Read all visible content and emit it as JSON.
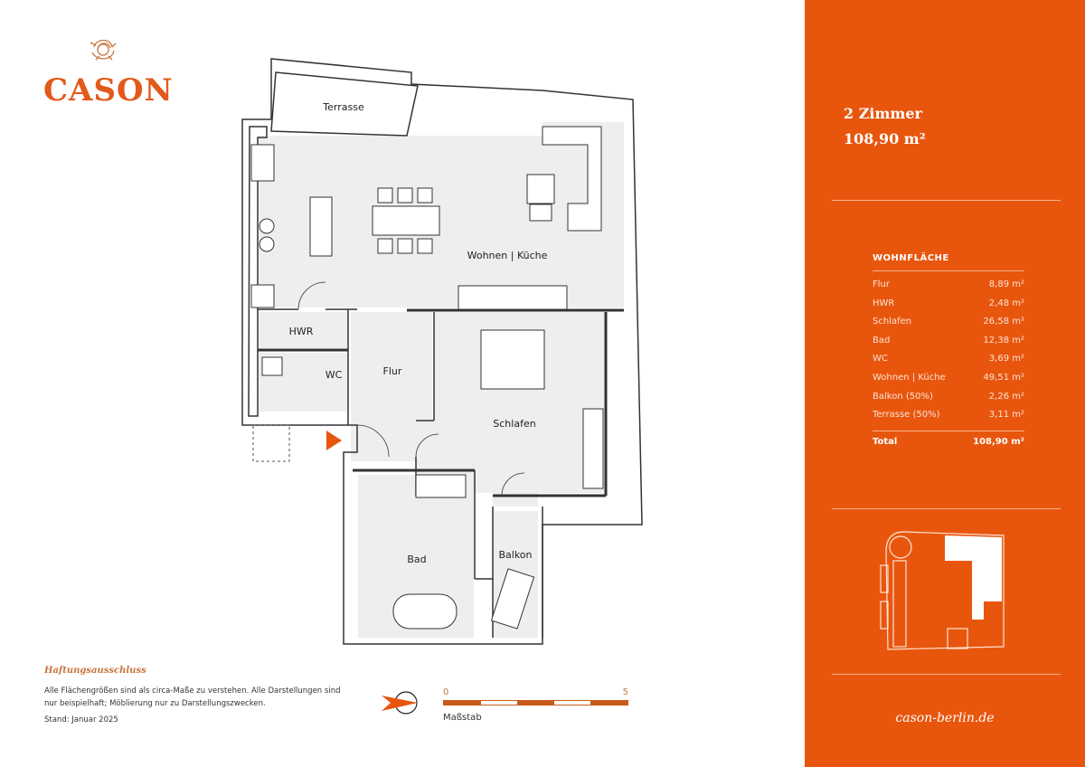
{
  "brand": {
    "name": "CASON",
    "accent": "#e8560e"
  },
  "plan": {
    "rooms": {
      "terrasse": "Terrasse",
      "wohnen": "Wohnen | Küche",
      "hwr": "HWR",
      "wc": "WC",
      "flur": "Flur",
      "schlafen": "Schlafen",
      "bad": "Bad",
      "balkon": "Balkon"
    }
  },
  "disclaimer": {
    "title": "Haftungsausschluss",
    "line1": "Alle Flächengrößen sind als circa-Maße zu verstehen. Alle Darstellungen sind nur beispielhaft; Möblierung nur zu Darstellungszwecken.",
    "date": "Stand: Januar 2025"
  },
  "scale": {
    "min": "0",
    "max": "5",
    "label": "Maßstab"
  },
  "sidebar": {
    "rooms_count": "2 Zimmer",
    "area": "108,90 m²",
    "table_title": "WOHNFLÄCHE",
    "rows": [
      {
        "name": "Flur",
        "value": "8,89 m²"
      },
      {
        "name": "HWR",
        "value": "2,48 m²"
      },
      {
        "name": "Schlafen",
        "value": "26,58 m²"
      },
      {
        "name": "Bad",
        "value": "12,38 m²"
      },
      {
        "name": "WC",
        "value": "3,69 m²"
      },
      {
        "name": "Wohnen | Küche",
        "value": "49,51 m²"
      },
      {
        "name": "Balkon (50%)",
        "value": "2,26 m²"
      },
      {
        "name": "Terrasse (50%)",
        "value": "3,11 m²"
      }
    ],
    "total_label": "Total",
    "total_value": "108,90 m²",
    "url": "cason-berlin.de"
  }
}
